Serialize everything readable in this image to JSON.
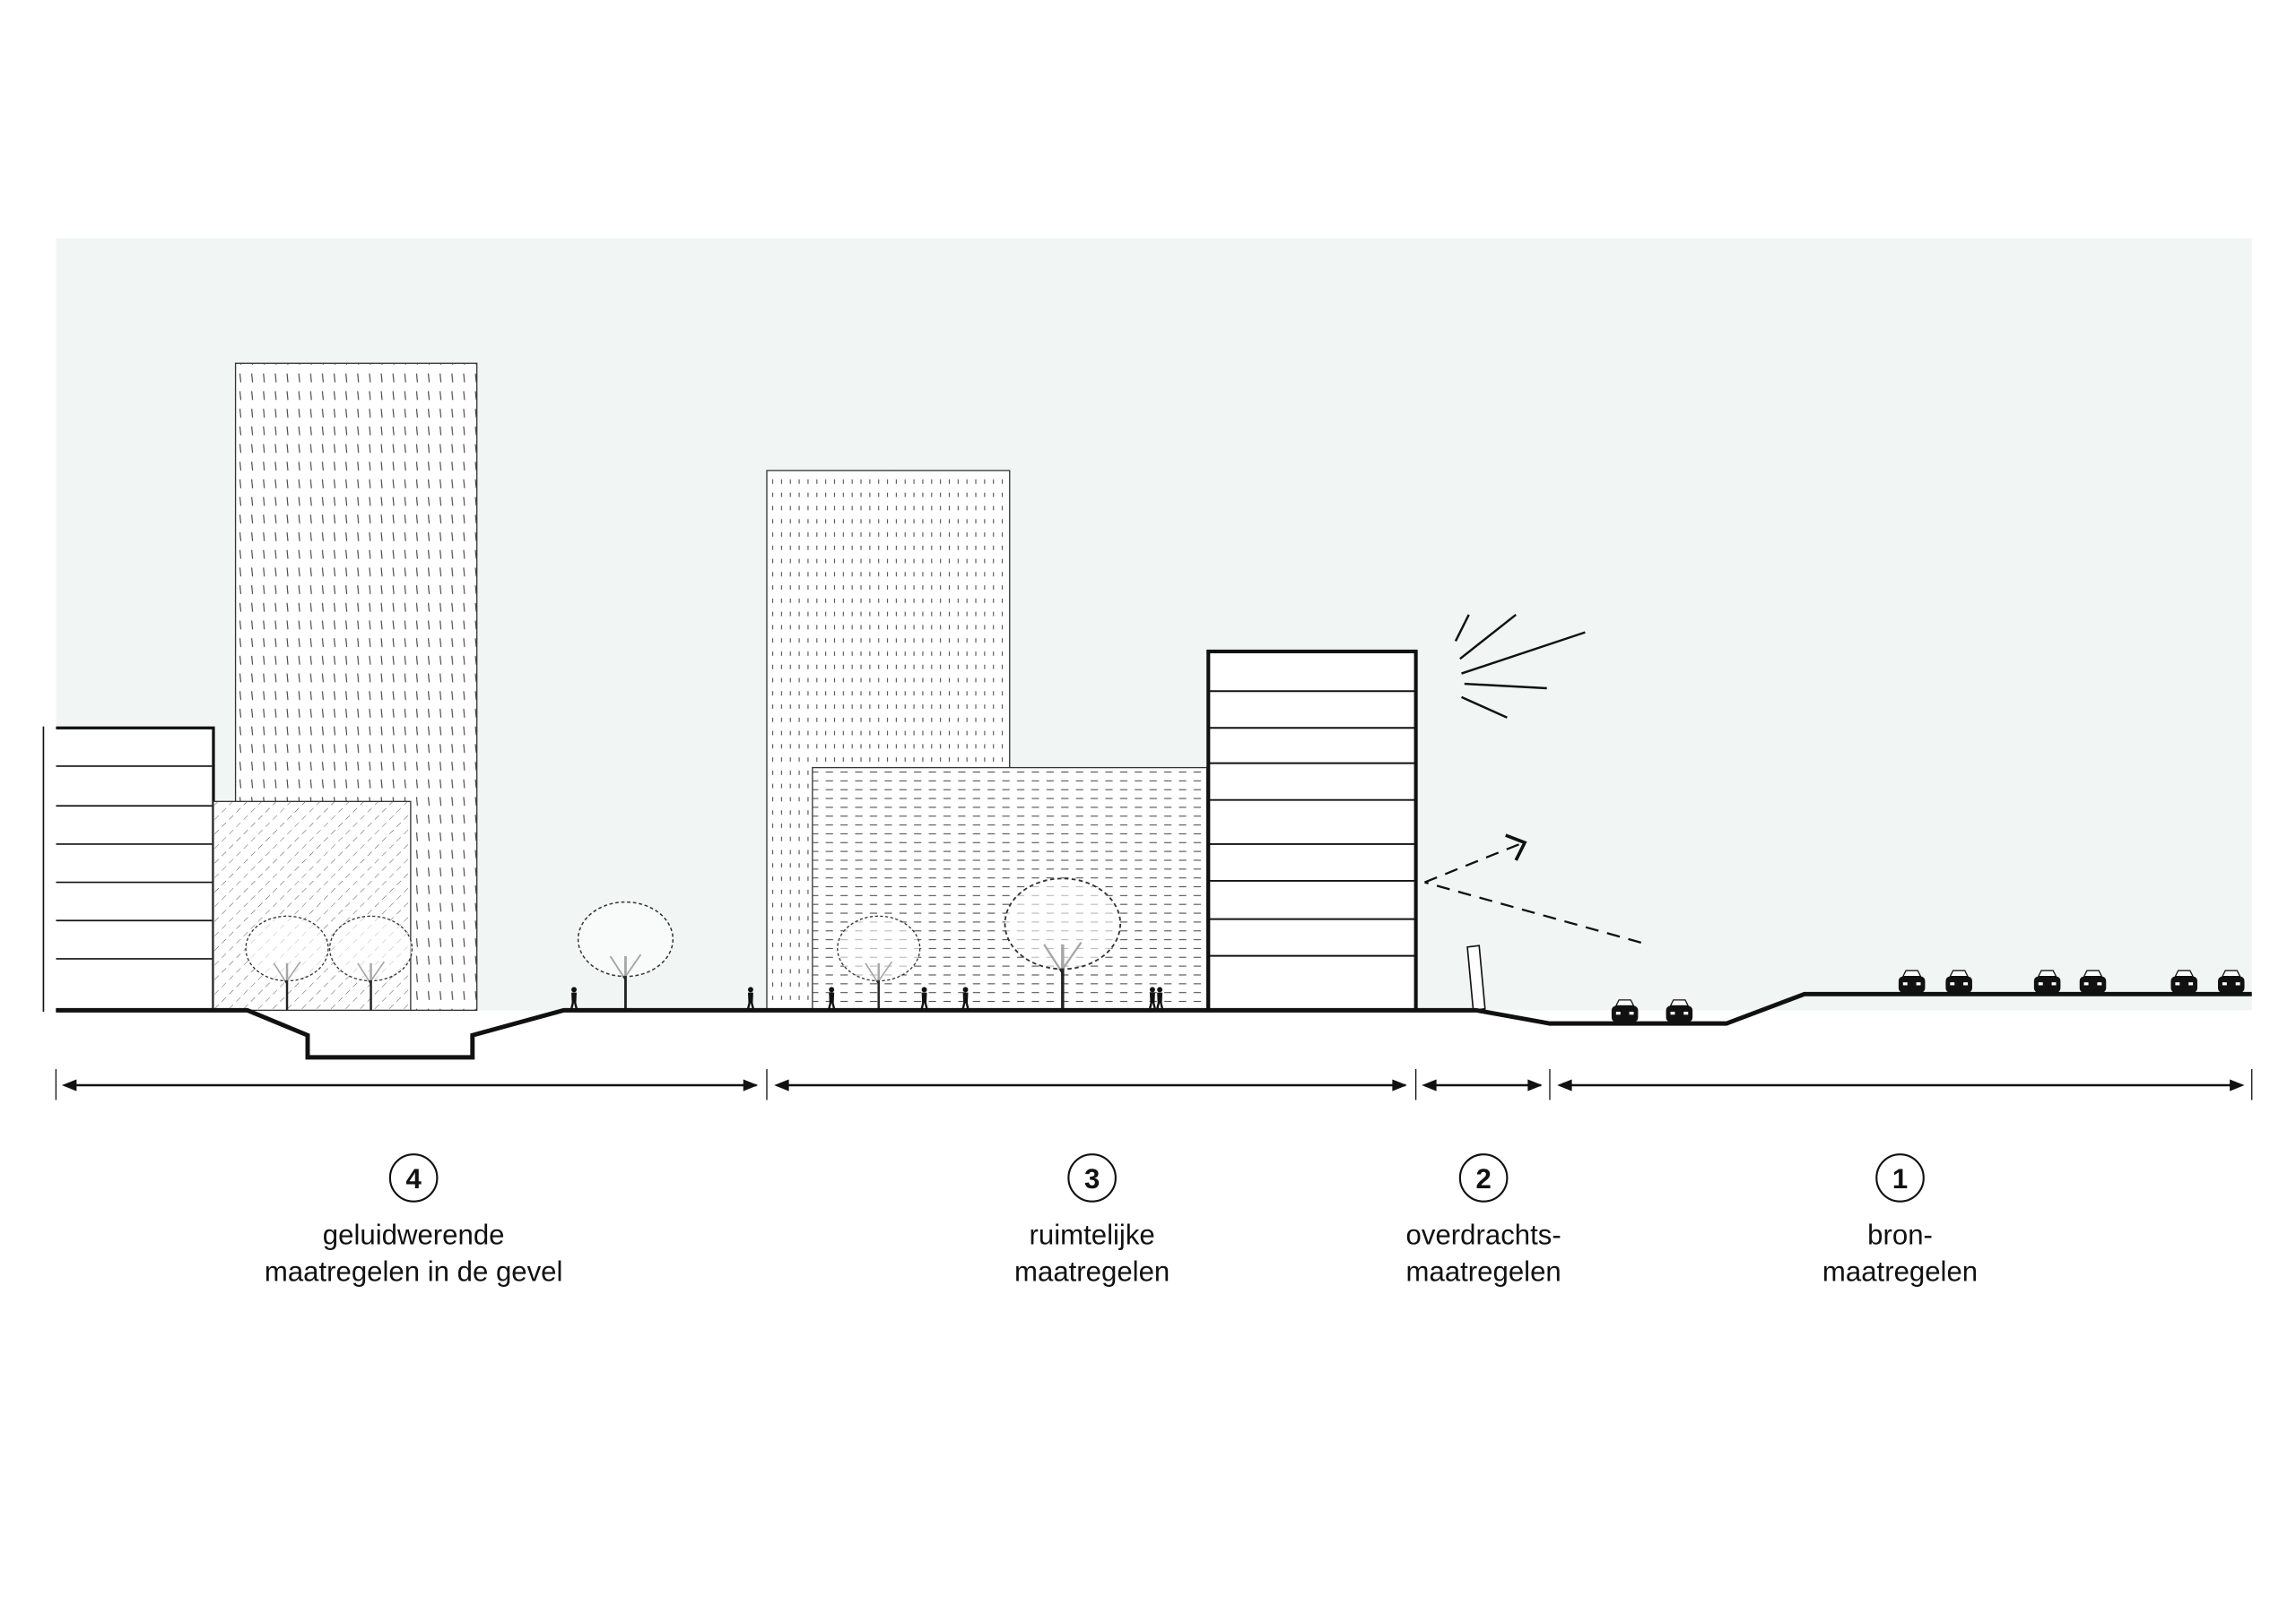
{
  "diagram": {
    "colors": {
      "sky": "#f1f6f5",
      "line": "#111111",
      "building": "#ffffff"
    },
    "zones": [
      {
        "number": "4",
        "line1": "geluidwerende",
        "line2": "maatregelen in de gevel"
      },
      {
        "number": "3",
        "line1": "ruimtelijke",
        "line2": "maatregelen"
      },
      {
        "number": "2",
        "line1": "overdrachts-",
        "line2": "maatregelen"
      },
      {
        "number": "1",
        "line1": "bron-",
        "line2": "maatregelen"
      }
    ]
  }
}
